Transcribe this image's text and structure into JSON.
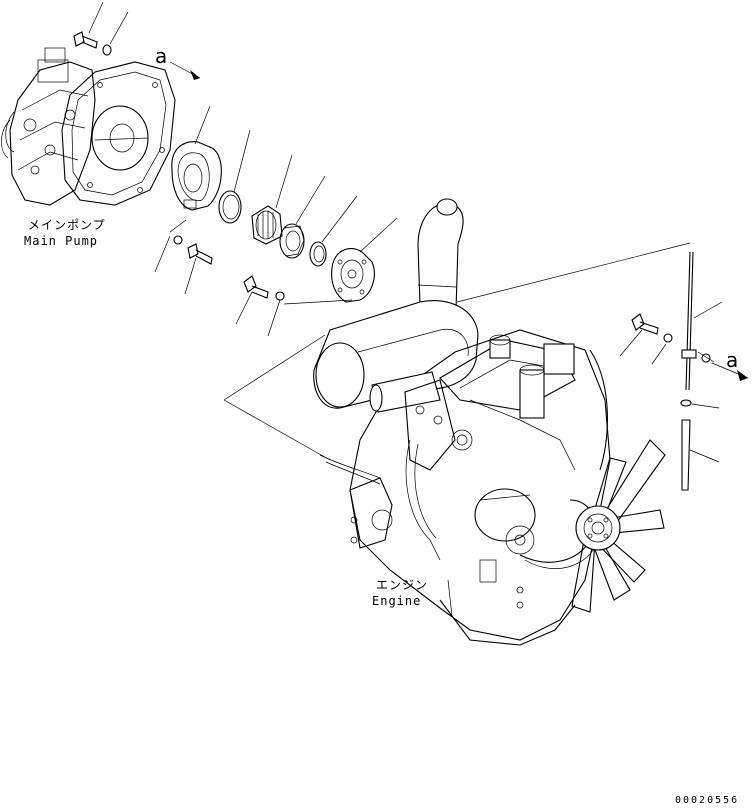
{
  "labels": {
    "main_pump_jp": "メインポンプ",
    "main_pump_en": "Main Pump",
    "engine_jp": "エンジン",
    "engine_en": "Engine",
    "view_marker_left": "a",
    "view_marker_right": "a",
    "drawing_code": "00020556"
  }
}
